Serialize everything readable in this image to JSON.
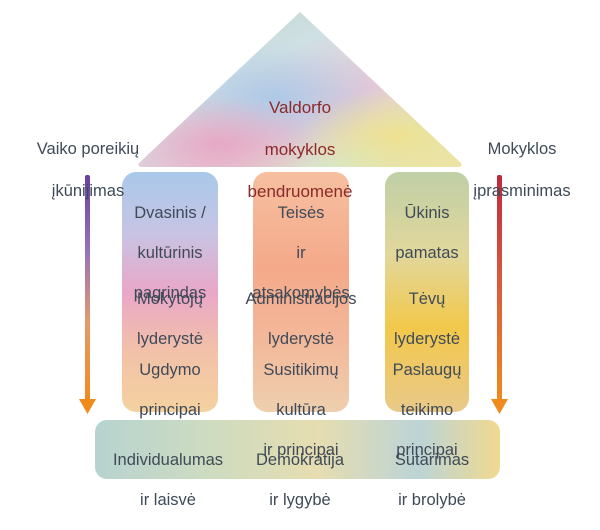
{
  "roof": {
    "line1": "Valdorfo",
    "line2": "mokyklos",
    "line3": "bendruomenė"
  },
  "left_label": {
    "line1": "Vaiko poreikių",
    "line2": "įkūnijimas"
  },
  "right_label": {
    "line1": "Mokyklos",
    "line2": "įprasminimas"
  },
  "columns": [
    {
      "top": {
        "line1": "Dvasinis /",
        "line2": "kultūrinis",
        "line3": "pagrindas"
      },
      "mid": {
        "line1": "Mokytojų",
        "line2": "lyderystė"
      },
      "bottom": {
        "line1": "Ugdymo",
        "line2": "principai"
      }
    },
    {
      "top": {
        "line1": "Teisės",
        "line2": "ir",
        "line3": "atsakomybės"
      },
      "mid": {
        "line1": "Administracijos",
        "line2": "lyderystė"
      },
      "bottom": {
        "line1": "Susitikimų",
        "line2": "kultūra",
        "line3": "ir principai"
      }
    },
    {
      "top": {
        "line1": "Ūkinis",
        "line2": "pamatas"
      },
      "mid": {
        "line1": "Tėvų",
        "line2": "lyderystė"
      },
      "bottom": {
        "line1": "Paslaugų",
        "line2": "teikimo",
        "line3": "principai"
      }
    }
  ],
  "foundation": [
    {
      "line1": "Individualumas",
      "line2": "ir laisvė"
    },
    {
      "line1": "Demokratija",
      "line2": "ir lygybė"
    },
    {
      "line1": "Sutarimas",
      "line2": "ir brolybė"
    }
  ],
  "colors": {
    "roof_text": "#8b2a2a",
    "text": "#3f4a58",
    "left_arrow_top": "#6b3fa0",
    "left_arrow_bottom": "#f08a1c",
    "right_arrow_top": "#c0283c",
    "right_arrow_bottom": "#f08a1c"
  }
}
